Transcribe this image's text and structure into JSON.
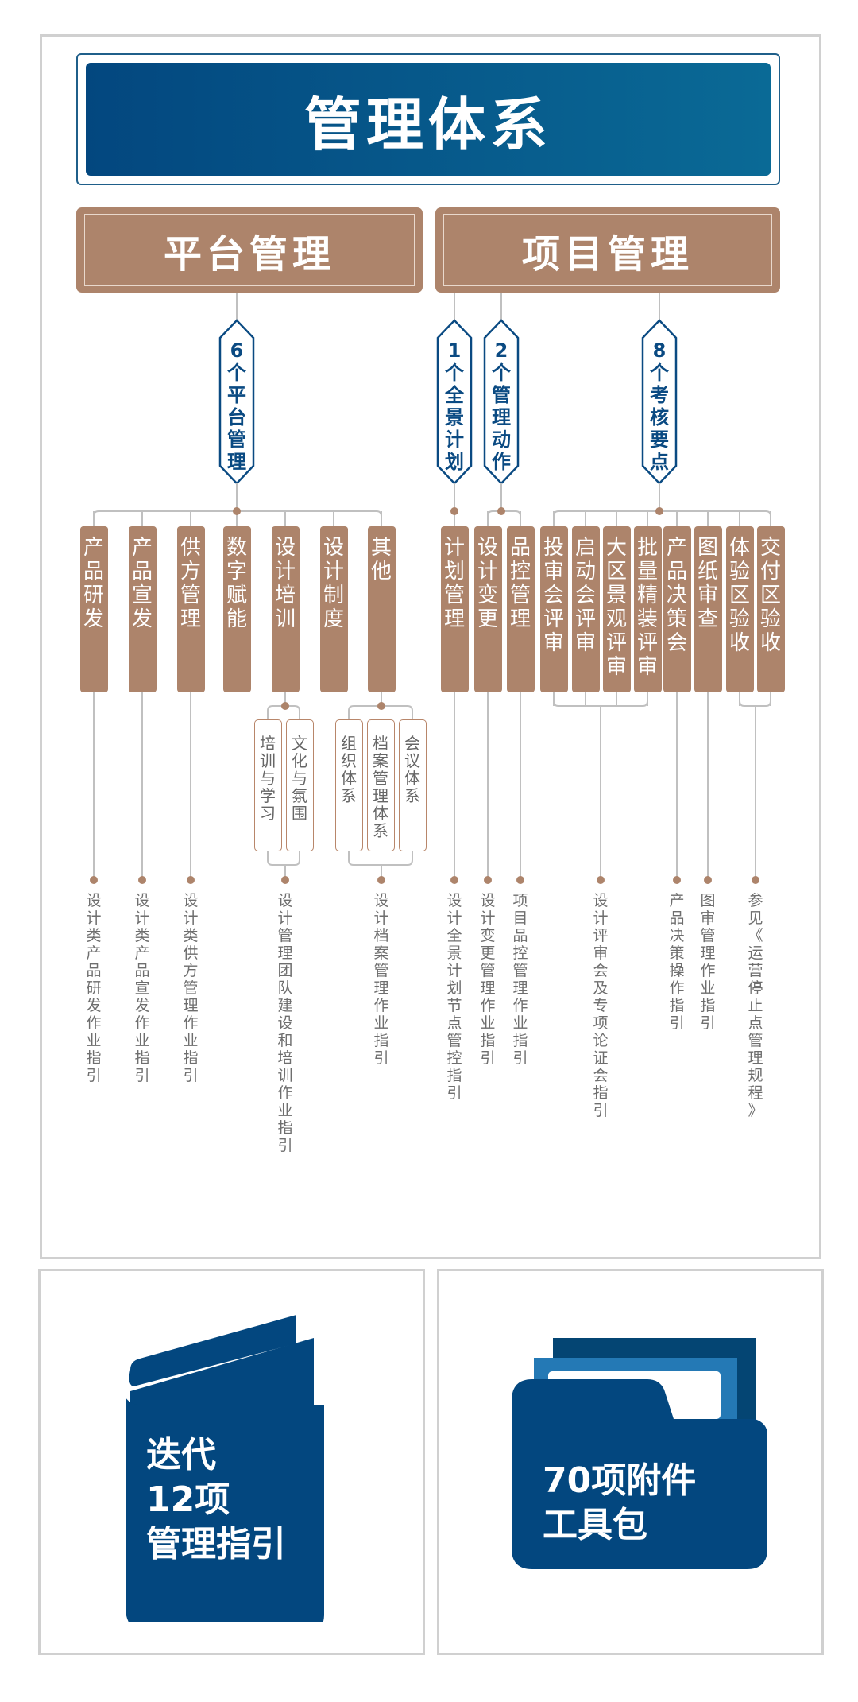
{
  "title": "管理体系",
  "colors": {
    "title_gradient_start": "#03477f",
    "title_gradient_end": "#0a6a96",
    "brown": "#ad846b",
    "navy": "#03477f",
    "hex_stroke": "#0a4a82",
    "connector": "#c0c0c0",
    "folder_dark": "#044573",
    "folder_mid": "#2479b5"
  },
  "categories": [
    {
      "label": "平台管理",
      "groups": [
        {
          "hex": "6个平台管理",
          "items": [
            {
              "label": "产品研发",
              "guide": "设计类产品研发作业指引"
            },
            {
              "label": "产品宣发",
              "guide": "设计类产品宣发作业指引"
            },
            {
              "label": "供方管理",
              "guide": "设计类供方管理作业指引"
            },
            {
              "label": "数字赋能"
            },
            {
              "label": "设计培训",
              "subs": [
                "培训与学习",
                "文化与氛围"
              ],
              "guide": "设计管理团队建设和培训作业指引"
            },
            {
              "label": "设计制度"
            },
            {
              "label": "其他",
              "subs": [
                "组织体系",
                "档案管理体系",
                "会议体系"
              ],
              "guide": "设计档案管理作业指引"
            }
          ]
        }
      ]
    },
    {
      "label": "项目管理",
      "groups": [
        {
          "hex": "1个全景计划",
          "items": [
            {
              "label": "计划管理",
              "guide": "设计全景计划节点管控指引"
            }
          ]
        },
        {
          "hex": "2个管理动作",
          "items": [
            {
              "label": "设计变更",
              "guide": "设计变更管理作业指引"
            },
            {
              "label": "品控管理",
              "guide": "项目品控管理作业指引"
            }
          ]
        },
        {
          "hex": "8个考核要点",
          "items": [
            {
              "label": "投审会评审"
            },
            {
              "label": "启动会评审"
            },
            {
              "label": "大区景观评审"
            },
            {
              "label": "批量精装评审"
            },
            {
              "label": "产品决策会",
              "guide": "产品决策操作指引"
            },
            {
              "label": "图纸审查",
              "guide": "图审管理作业指引"
            },
            {
              "label": "体验区验收"
            },
            {
              "label": "交付区验收"
            }
          ],
          "shared_guides": [
            {
              "guide": "设计评审会及专项论证会指引",
              "covers": [
                "投审会评审",
                "启动会评审",
                "大区景观评审",
                "批量精装评审"
              ]
            },
            {
              "guide": "参见《运营停止点管理规程》",
              "covers": [
                "体验区验收",
                "交付区验收"
              ]
            }
          ]
        }
      ]
    }
  ],
  "cards": [
    {
      "icon": "book-icon",
      "lines": [
        "迭代",
        "12项",
        "管理指引"
      ]
    },
    {
      "icon": "folder-icon",
      "lines": [
        "70项附件",
        "工具包"
      ]
    }
  ]
}
